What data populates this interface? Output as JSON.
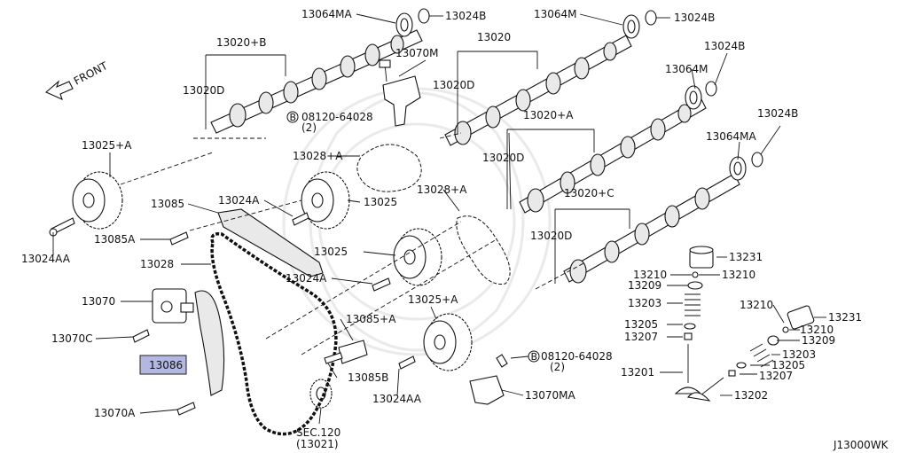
{
  "diagram_code": "J13000WK",
  "direction_label": "FRONT",
  "highlighted_part": "13086",
  "labels": {
    "p13064MA_top": "13064MA",
    "p13024B_1": "13024B",
    "p13064M_top": "13064M",
    "p13024B_2": "13024B",
    "p13020B": "13020+B",
    "p13020": "13020",
    "p13024B_3": "13024B",
    "p13070M": "13070M",
    "p13064M_r": "13064M",
    "p13020D_1": "13020D",
    "p13020D_2": "13020D",
    "bolt_top": "08120-64028",
    "bolt_top_qty": "(2)",
    "p13024B_4": "13024B",
    "p13020A": "13020+A",
    "p13064MA_r": "13064MA",
    "p13025A_1": "13025+A",
    "p13028A_1": "13028+A",
    "p13020D_3": "13020D",
    "p13028A_2": "13028+A",
    "p13020C": "13020+C",
    "p13085": "13085",
    "p13024A_1": "13024A",
    "p13025_1": "13025",
    "p13085A": "13085A",
    "p13020D_4": "13020D",
    "p13024AA_1": "13024AA",
    "p13025_2": "13025",
    "p13231_1": "13231",
    "p13028": "13028",
    "p13210_1": "13210",
    "p13210_2": "13210",
    "p13024A_2": "13024A",
    "p13209_1": "13209",
    "p13070": "13070",
    "p13025A_2": "13025+A",
    "p13203_1": "13203",
    "p13210_3": "13210",
    "p13085A_2": "13085+A",
    "p13231_2": "13231",
    "p13205_1": "13205",
    "p13210_4": "13210",
    "p13070C": "13070C",
    "p13207_1": "13207",
    "p13209_2": "13209",
    "bolt_bot": "08120-64028",
    "bolt_bot_qty": "(2)",
    "p13203_2": "13203",
    "p13086": "13086",
    "p13085B": "13085B",
    "p13205_2": "13205",
    "p13201": "13201",
    "p13207_2": "13207",
    "p13024AA_2": "13024AA",
    "p13070MA": "13070MA",
    "p13202": "13202",
    "p13070A": "13070A",
    "sec_ref": "SEC.120",
    "sec_ref_num": "(13021)"
  },
  "colors": {
    "highlight": "#b3b8e0",
    "ink": "#111111",
    "background": "#ffffff"
  },
  "icons": {
    "direction_arrow": "front-arrow-icon",
    "bolt_marker": "circled-b-icon"
  }
}
